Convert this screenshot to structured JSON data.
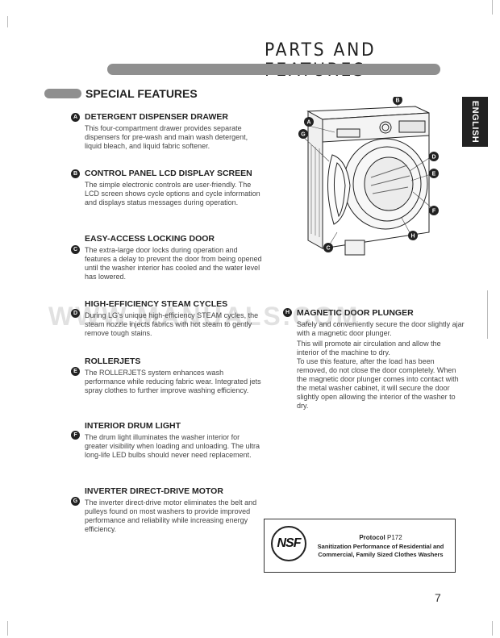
{
  "header": {
    "title": "PARTS AND FEATURES",
    "section_title": "SPECIAL FEATURES",
    "language_tab": "ENGLISH"
  },
  "features": [
    {
      "letter": "A",
      "title": "DETERGENT DISPENSER DRAWER",
      "paragraphs": [
        "This four-compartment drawer provides separate dispensers for pre-wash and main wash detergent, liquid bleach, and liquid fabric softener."
      ]
    },
    {
      "letter": "B",
      "title": "CONTROL PANEL LCD DISPLAY SCREEN",
      "paragraphs": [
        "The simple electronic controls are user-friendly. The LCD screen shows cycle options and cycle information and displays status messages during operation."
      ]
    },
    {
      "letter": "C",
      "title": "EASY-ACCESS LOCKING DOOR",
      "paragraphs": [
        "The extra-large door locks during operation and features a delay to prevent the door from being opened until the washer interior has cooled and the water level has lowered."
      ]
    },
    {
      "letter": "D",
      "title": "HIGH-EFFICIENCY STEAM CYCLES",
      "paragraphs": [
        "During LG's unique high-efficiency STEAM cycles, the steam nozzle injects fabrics with hot steam to gently remove tough stains."
      ]
    },
    {
      "letter": "E",
      "title": "ROLLERJETS",
      "paragraphs": [
        "The ROLLERJETS system enhances wash performance while reducing fabric wear. Integrated jets spray clothes to further improve washing efficiency."
      ]
    },
    {
      "letter": "F",
      "title": "INTERIOR DRUM LIGHT",
      "paragraphs": [
        "The drum light illuminates the washer interior for greater visibility when loading and unloading. The ultra long-life LED bulbs should never need replacement."
      ]
    },
    {
      "letter": "G",
      "title": "INVERTER DIRECT-DRIVE MOTOR",
      "paragraphs": [
        "The inverter direct-drive motor eliminates the belt and pulleys found on most washers to provide improved performance and reliability while increasing energy efficiency."
      ]
    },
    {
      "letter": "H",
      "title": "MAGNETIC DOOR PLUNGER",
      "paragraphs": [
        "Safely and conveniently secure the door slightly ajar with a magnetic door plunger.",
        "This will promote air circulation and allow the interior of the machine to dry.",
        "To use this feature, after the load has been removed, do not close the door completely. When the magnetic door plunger comes into contact with the metal washer cabinet, it will secure the door slightly open allowing the interior of the washer to dry."
      ]
    }
  ],
  "diagram": {
    "labels": [
      "A",
      "B",
      "C",
      "D",
      "E",
      "F",
      "G",
      "H"
    ],
    "icon": "washer-illustration"
  },
  "nsf": {
    "logo_text": "NSF",
    "protocol_word": "Protocol",
    "protocol_number": "P172",
    "description": "Sanitization Performance of Residential and Commercial, Family Sized Clothes Washers"
  },
  "footer": {
    "page_number": "7"
  },
  "watermark": {
    "text": "WWW.MANUALS.COM"
  }
}
